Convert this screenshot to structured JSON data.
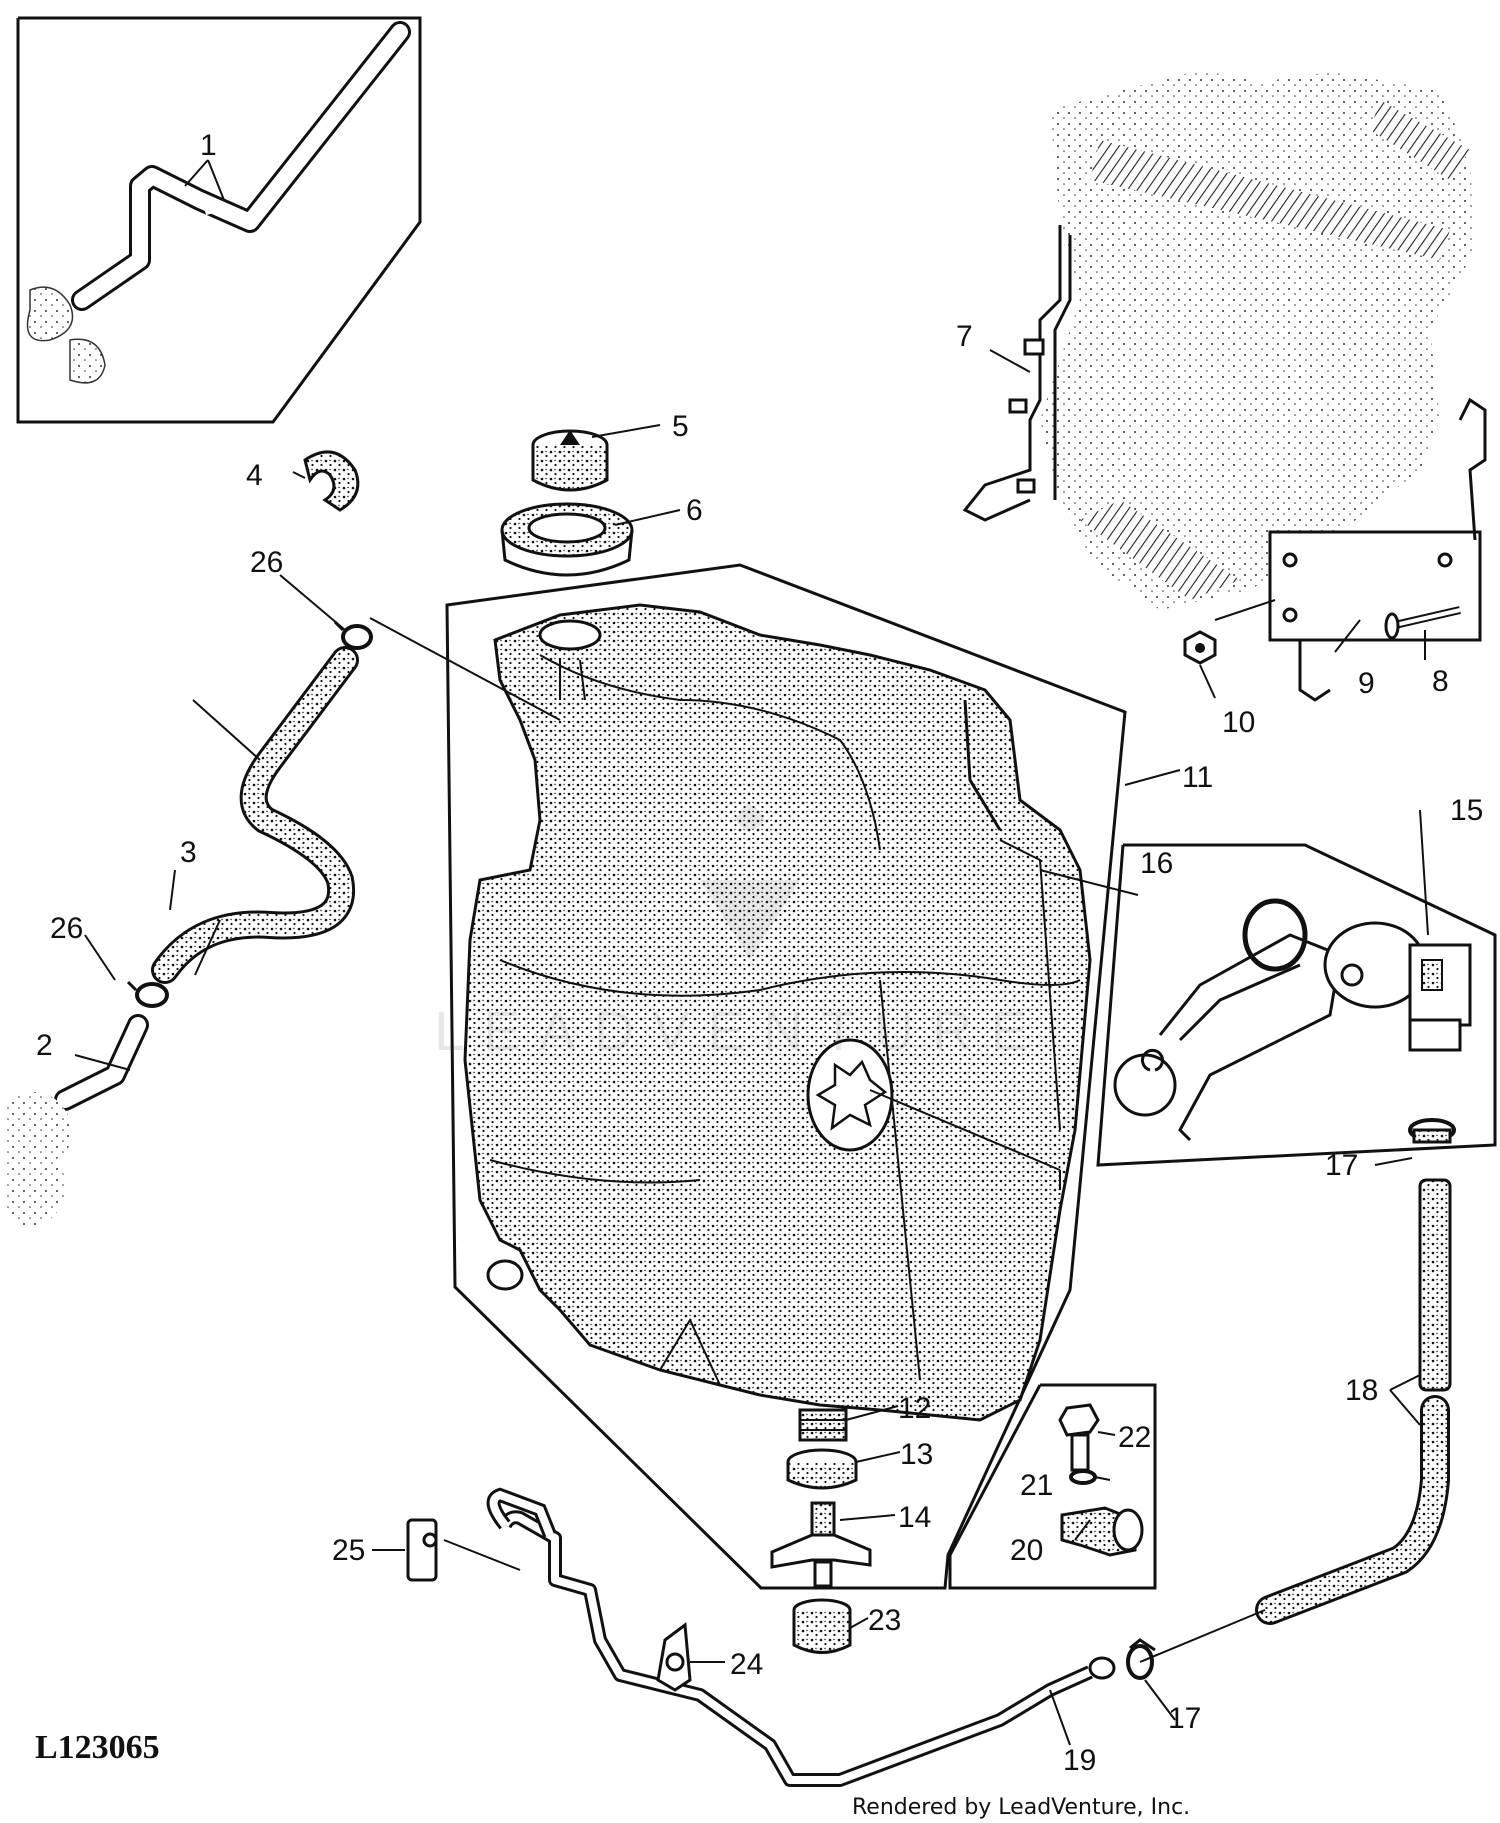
{
  "diagram": {
    "figure_code": "L123065",
    "credit": "Rendered by LeadVenture, Inc.",
    "watermark_icon": "leadventure-logo-icon",
    "watermark_text": "LEADVENTURE",
    "callouts": [
      {
        "id": "c1",
        "text": "1"
      },
      {
        "id": "c2",
        "text": "2"
      },
      {
        "id": "c3",
        "text": "3"
      },
      {
        "id": "c4",
        "text": "4"
      },
      {
        "id": "c5",
        "text": "5"
      },
      {
        "id": "c6",
        "text": "6"
      },
      {
        "id": "c7",
        "text": "7"
      },
      {
        "id": "c8",
        "text": "8"
      },
      {
        "id": "c9",
        "text": "9"
      },
      {
        "id": "c10",
        "text": "10"
      },
      {
        "id": "c11",
        "text": "11"
      },
      {
        "id": "c12",
        "text": "12"
      },
      {
        "id": "c13",
        "text": "13"
      },
      {
        "id": "c14",
        "text": "14"
      },
      {
        "id": "c15",
        "text": "15"
      },
      {
        "id": "c16",
        "text": "16"
      },
      {
        "id": "c17a",
        "text": "17"
      },
      {
        "id": "c17b",
        "text": "17"
      },
      {
        "id": "c18",
        "text": "18"
      },
      {
        "id": "c19",
        "text": "19"
      },
      {
        "id": "c20",
        "text": "20"
      },
      {
        "id": "c21",
        "text": "21"
      },
      {
        "id": "c22",
        "text": "22"
      },
      {
        "id": "c23",
        "text": "23"
      },
      {
        "id": "c24",
        "text": "24"
      },
      {
        "id": "c25",
        "text": "25"
      },
      {
        "id": "c26a",
        "text": "26"
      },
      {
        "id": "c26b",
        "text": "26"
      }
    ]
  }
}
